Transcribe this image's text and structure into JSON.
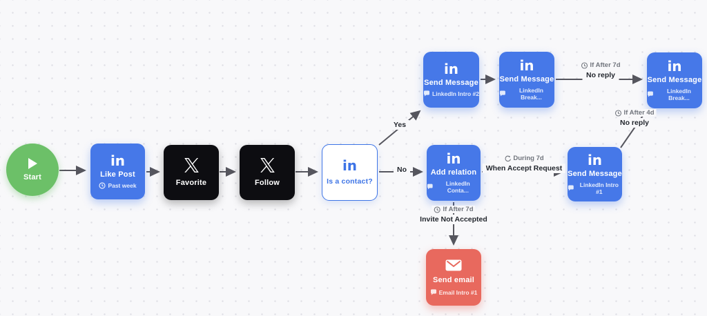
{
  "canvas": {
    "background": "#f8f8fa",
    "dot_color": "#dfdfe5"
  },
  "colors": {
    "node_blue": "#4678E8",
    "node_black": "#0D0D11",
    "node_green": "#6CC068",
    "node_red": "#E8695E",
    "contact_outline_blue": "#3D74E6",
    "arrow": "#56565E",
    "label_dark": "#23272e",
    "label_gray": "#71757d"
  },
  "icons": {
    "linkedin_logo": "in",
    "x_logo": "x-twitter-logo",
    "play": "play-icon",
    "clock": "clock-icon",
    "repeat": "repeat-icon",
    "chat": "chat-bubble-icon",
    "envelope": "envelope-icon"
  },
  "nodes": {
    "start": {
      "title": "Start"
    },
    "like_post": {
      "title": "Like Post",
      "subtitle": "Past week"
    },
    "favorite": {
      "title": "Favorite"
    },
    "follow": {
      "title": "Follow"
    },
    "is_contact": {
      "title": "Is a contact?"
    },
    "send_message_intro2": {
      "title": "Send Message",
      "subtitle": "LinkedIn Intro #2"
    },
    "send_message_break1": {
      "title": "Send Message",
      "subtitle": "LinkedIn Break..."
    },
    "send_message_break2": {
      "title": "Send Message",
      "subtitle": "LinkedIn Break..."
    },
    "add_relation": {
      "title": "Add relation",
      "subtitle": "LinkedIn Conta..."
    },
    "send_message_intro1": {
      "title": "Send Message",
      "subtitle": "LinkedIn Intro #1"
    },
    "send_email": {
      "title": "Send email",
      "subtitle": "Email Intro #1"
    }
  },
  "edge_labels": {
    "yes": "Yes",
    "no": "No",
    "no_reply_7d": {
      "condition": "If After 7d",
      "label": "No reply"
    },
    "no_reply_4d": {
      "condition": "If After 4d",
      "label": "No reply"
    },
    "accept": {
      "condition": "During 7d",
      "label": "When Accept Request"
    },
    "invite": {
      "condition": "If After 7d",
      "label": "Invite Not Accepted"
    }
  }
}
